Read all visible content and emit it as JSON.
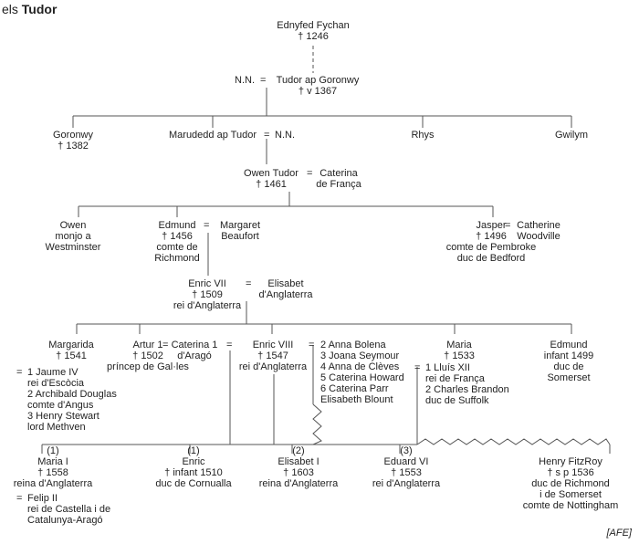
{
  "title": {
    "prefix": "els",
    "name": "Tudor"
  },
  "credit": "[AFE]",
  "people": {
    "ednyfed": [
      "Ednyfed Fychan",
      "† 1246"
    ],
    "nn1": [
      "N.N."
    ],
    "tudor_ap_goronwy": [
      "Tudor ap Goronwy",
      "†  v 1367"
    ],
    "goronwy": [
      "Goronwy",
      "† 1382"
    ],
    "marudedd": [
      "Marudedd ap Tudor"
    ],
    "nn2": [
      "N.N."
    ],
    "rhys": [
      "Rhys"
    ],
    "gwilym": [
      "Gwilym"
    ],
    "owen_tudor": [
      "Owen Tudor",
      "† 1461"
    ],
    "caterina_franca": [
      "Caterina",
      "de França"
    ],
    "owen_monjo": [
      "Owen",
      "monjo a",
      "Westminster"
    ],
    "edmund_richmond": [
      "Edmund",
      "† 1456",
      "comte de",
      "Richmond"
    ],
    "margaret_beaufort": [
      "Margaret",
      "Beaufort"
    ],
    "jasper": [
      "Jasper",
      "† 1496",
      "comte de Pembroke",
      "duc de Bedford"
    ],
    "catherine_woodville": [
      "Catherine",
      "Woodville"
    ],
    "enric7": [
      "Enric VII",
      "† 1509",
      "rei d'Anglaterra"
    ],
    "elisabet_anglaterra": [
      "Elisabet",
      "d'Anglaterra"
    ],
    "margarida": [
      "Margarida",
      "† 1541"
    ],
    "margarida_spouses": [
      "1 Jaume IV",
      "  rei d'Escòcia",
      "2 Archibald Douglas",
      "  comte d'Angus",
      "3 Henry Stewart",
      "  lord Methven"
    ],
    "artur": [
      "Artur 1",
      "† 1502",
      "príncep de Gal·les"
    ],
    "caterina_arago": [
      "Caterina 1",
      "d'Aragó"
    ],
    "enric8": [
      "Enric VIII",
      "† 1547",
      "rei d'Anglaterra"
    ],
    "enric8_spouses": [
      "2 Anna Bolena",
      "3 Joana Seymour",
      "4 Anna de Clèves",
      "5 Caterina Howard",
      "6 Caterina Parr",
      "   Elisabeth Blount"
    ],
    "maria_franca": [
      "Maria",
      "† 1533"
    ],
    "maria_spouses": [
      "1 Lluís XII",
      "  rei de França",
      "2 Charles Brandon",
      "  duc de Suffolk"
    ],
    "edmund_somerset": [
      "Edmund",
      "infant 1499",
      "duc de",
      "Somerset"
    ],
    "maria1": [
      "(1)",
      "Maria I",
      "† 1558",
      "reina d'Anglaterra"
    ],
    "felip2": [
      "Felip II",
      "rei de Castella i de",
      "Catalunya-Aragó"
    ],
    "enric_infant": [
      "(1)",
      "Enric",
      "† infant 1510",
      "duc de Cornualla"
    ],
    "elisabet1": [
      "(2)",
      "Elisabet I",
      "† 1603",
      "reina d'Anglaterra"
    ],
    "eduard6": [
      "(3)",
      "Eduard VI",
      "† 1553",
      "rei d'Anglaterra"
    ],
    "henry_fitzroy": [
      "Henry FitzRoy",
      "† s p 1536",
      "duc de Richmond",
      "i de Somerset",
      "comte de Nottingham"
    ]
  },
  "marriage_sign": "="
}
